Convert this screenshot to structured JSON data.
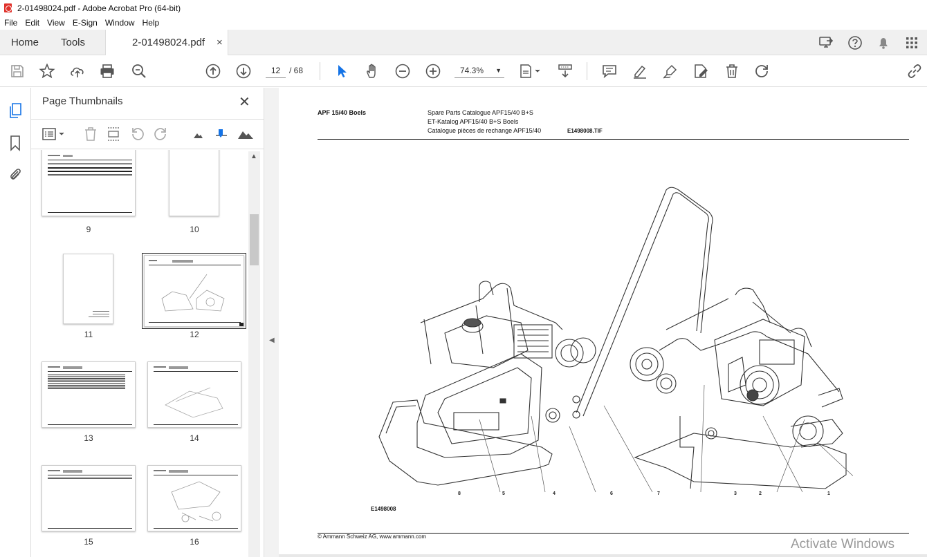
{
  "window": {
    "title": "2-01498024.pdf - Adobe Acrobat Pro (64-bit)"
  },
  "menu": [
    "File",
    "Edit",
    "View",
    "E-Sign",
    "Window",
    "Help"
  ],
  "tabs": {
    "home": "Home",
    "tools": "Tools",
    "document": "2-01498024.pdf",
    "close": "×"
  },
  "toolbar": {
    "current_page": "12",
    "page_total": "/ 68",
    "zoom": "74.3%"
  },
  "panel": {
    "title": "Page Thumbnails",
    "close": "✕",
    "thumbnails": [
      {
        "label": "9"
      },
      {
        "label": "10"
      },
      {
        "label": "11"
      },
      {
        "label": "12"
      },
      {
        "label": "13"
      },
      {
        "label": "14"
      },
      {
        "label": "15"
      },
      {
        "label": "16"
      }
    ],
    "selected_page": "12"
  },
  "document": {
    "model": "APF 15/40 Boels",
    "title_lines": [
      "Spare Parts Catalogue APF15/40 B+S",
      "ET-Katalog APF15/40 B+S Boels",
      "Catalogue pièces de rechange APF15/40"
    ],
    "file_ref": "E1498008.TIF",
    "figure_id": "E1498008",
    "callouts": [
      "8",
      "5",
      "4",
      "6",
      "7",
      "3",
      "2",
      "1"
    ],
    "copyright": "© Ammann Schweiz AG, www.ammann.com"
  },
  "watermark": "Activate Windows",
  "colors": {
    "accent": "#1473e6",
    "pdf_red": "#e0322b",
    "toolbar_bg": "#f0f0f0"
  }
}
